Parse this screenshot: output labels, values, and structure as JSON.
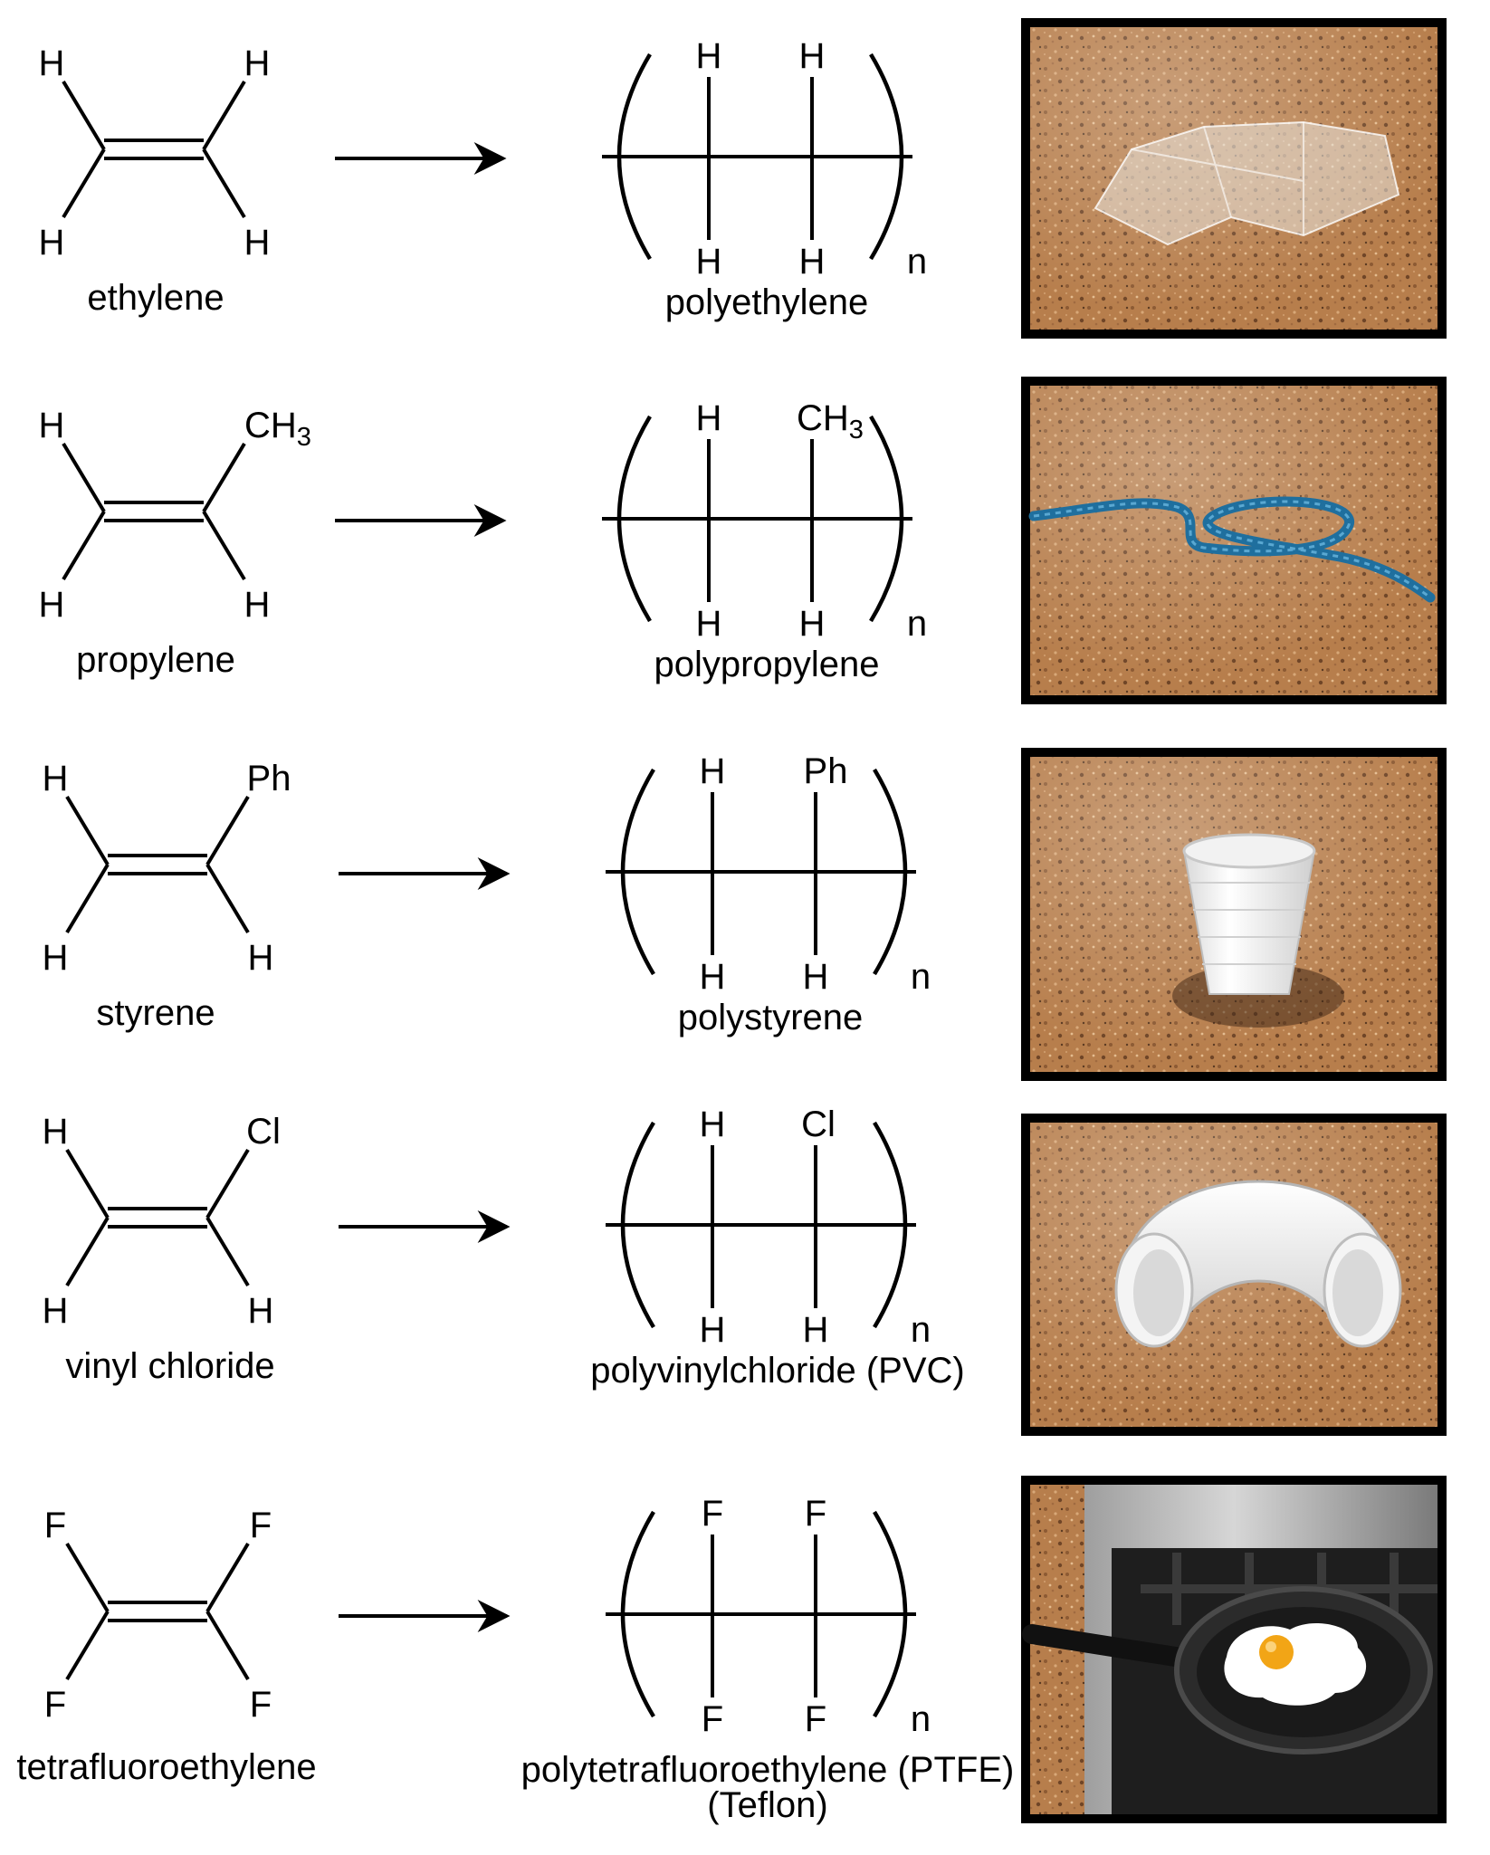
{
  "rows": [
    {
      "monomer": {
        "name": "ethylene",
        "tl": "H",
        "tr": "H",
        "bl": "H",
        "br": "H"
      },
      "polymer": {
        "name": "polyethylene",
        "name2": "",
        "t1": "H",
        "t2": "H",
        "b1": "H",
        "b2": "H",
        "n": "n"
      },
      "photo": {
        "scene": "clear plastic zip-lock bags on a granite countertop"
      }
    },
    {
      "monomer": {
        "name": "propylene",
        "tl": "H",
        "tr": "CH",
        "tr_sub": "3",
        "bl": "H",
        "br": "H"
      },
      "polymer": {
        "name": "polypropylene",
        "name2": "",
        "t1": "H",
        "t2": "CH",
        "t2_sub": "3",
        "b1": "H",
        "b2": "H",
        "n": "n"
      },
      "photo": {
        "scene": "blue braided rope on a granite countertop"
      }
    },
    {
      "monomer": {
        "name": "styrene",
        "tl": "H",
        "tr": "Ph",
        "bl": "H",
        "br": "H"
      },
      "polymer": {
        "name": "polystyrene",
        "name2": "",
        "t1": "H",
        "t2": "Ph",
        "b1": "H",
        "b2": "H",
        "n": "n"
      },
      "photo": {
        "scene": "white foam cup on a granite countertop"
      }
    },
    {
      "monomer": {
        "name": "vinyl chloride",
        "tl": "H",
        "tr": "Cl",
        "bl": "H",
        "br": "H"
      },
      "polymer": {
        "name": "polyvinylchloride (PVC)",
        "name2": "",
        "t1": "H",
        "t2": "Cl",
        "b1": "H",
        "b2": "H",
        "n": "n"
      },
      "photo": {
        "scene": "white PVC elbow pipe fitting on a granite countertop"
      }
    },
    {
      "monomer": {
        "name": "tetrafluoroethylene",
        "tl": "F",
        "tr": "F",
        "bl": "F",
        "br": "F"
      },
      "polymer": {
        "name": "polytetrafluoroethylene (PTFE)",
        "name2": "(Teflon)",
        "t1": "F",
        "t2": "F",
        "b1": "F",
        "b2": "F",
        "n": "n"
      },
      "photo": {
        "scene": "fried egg in a non-stick frying pan on a stove"
      }
    }
  ]
}
